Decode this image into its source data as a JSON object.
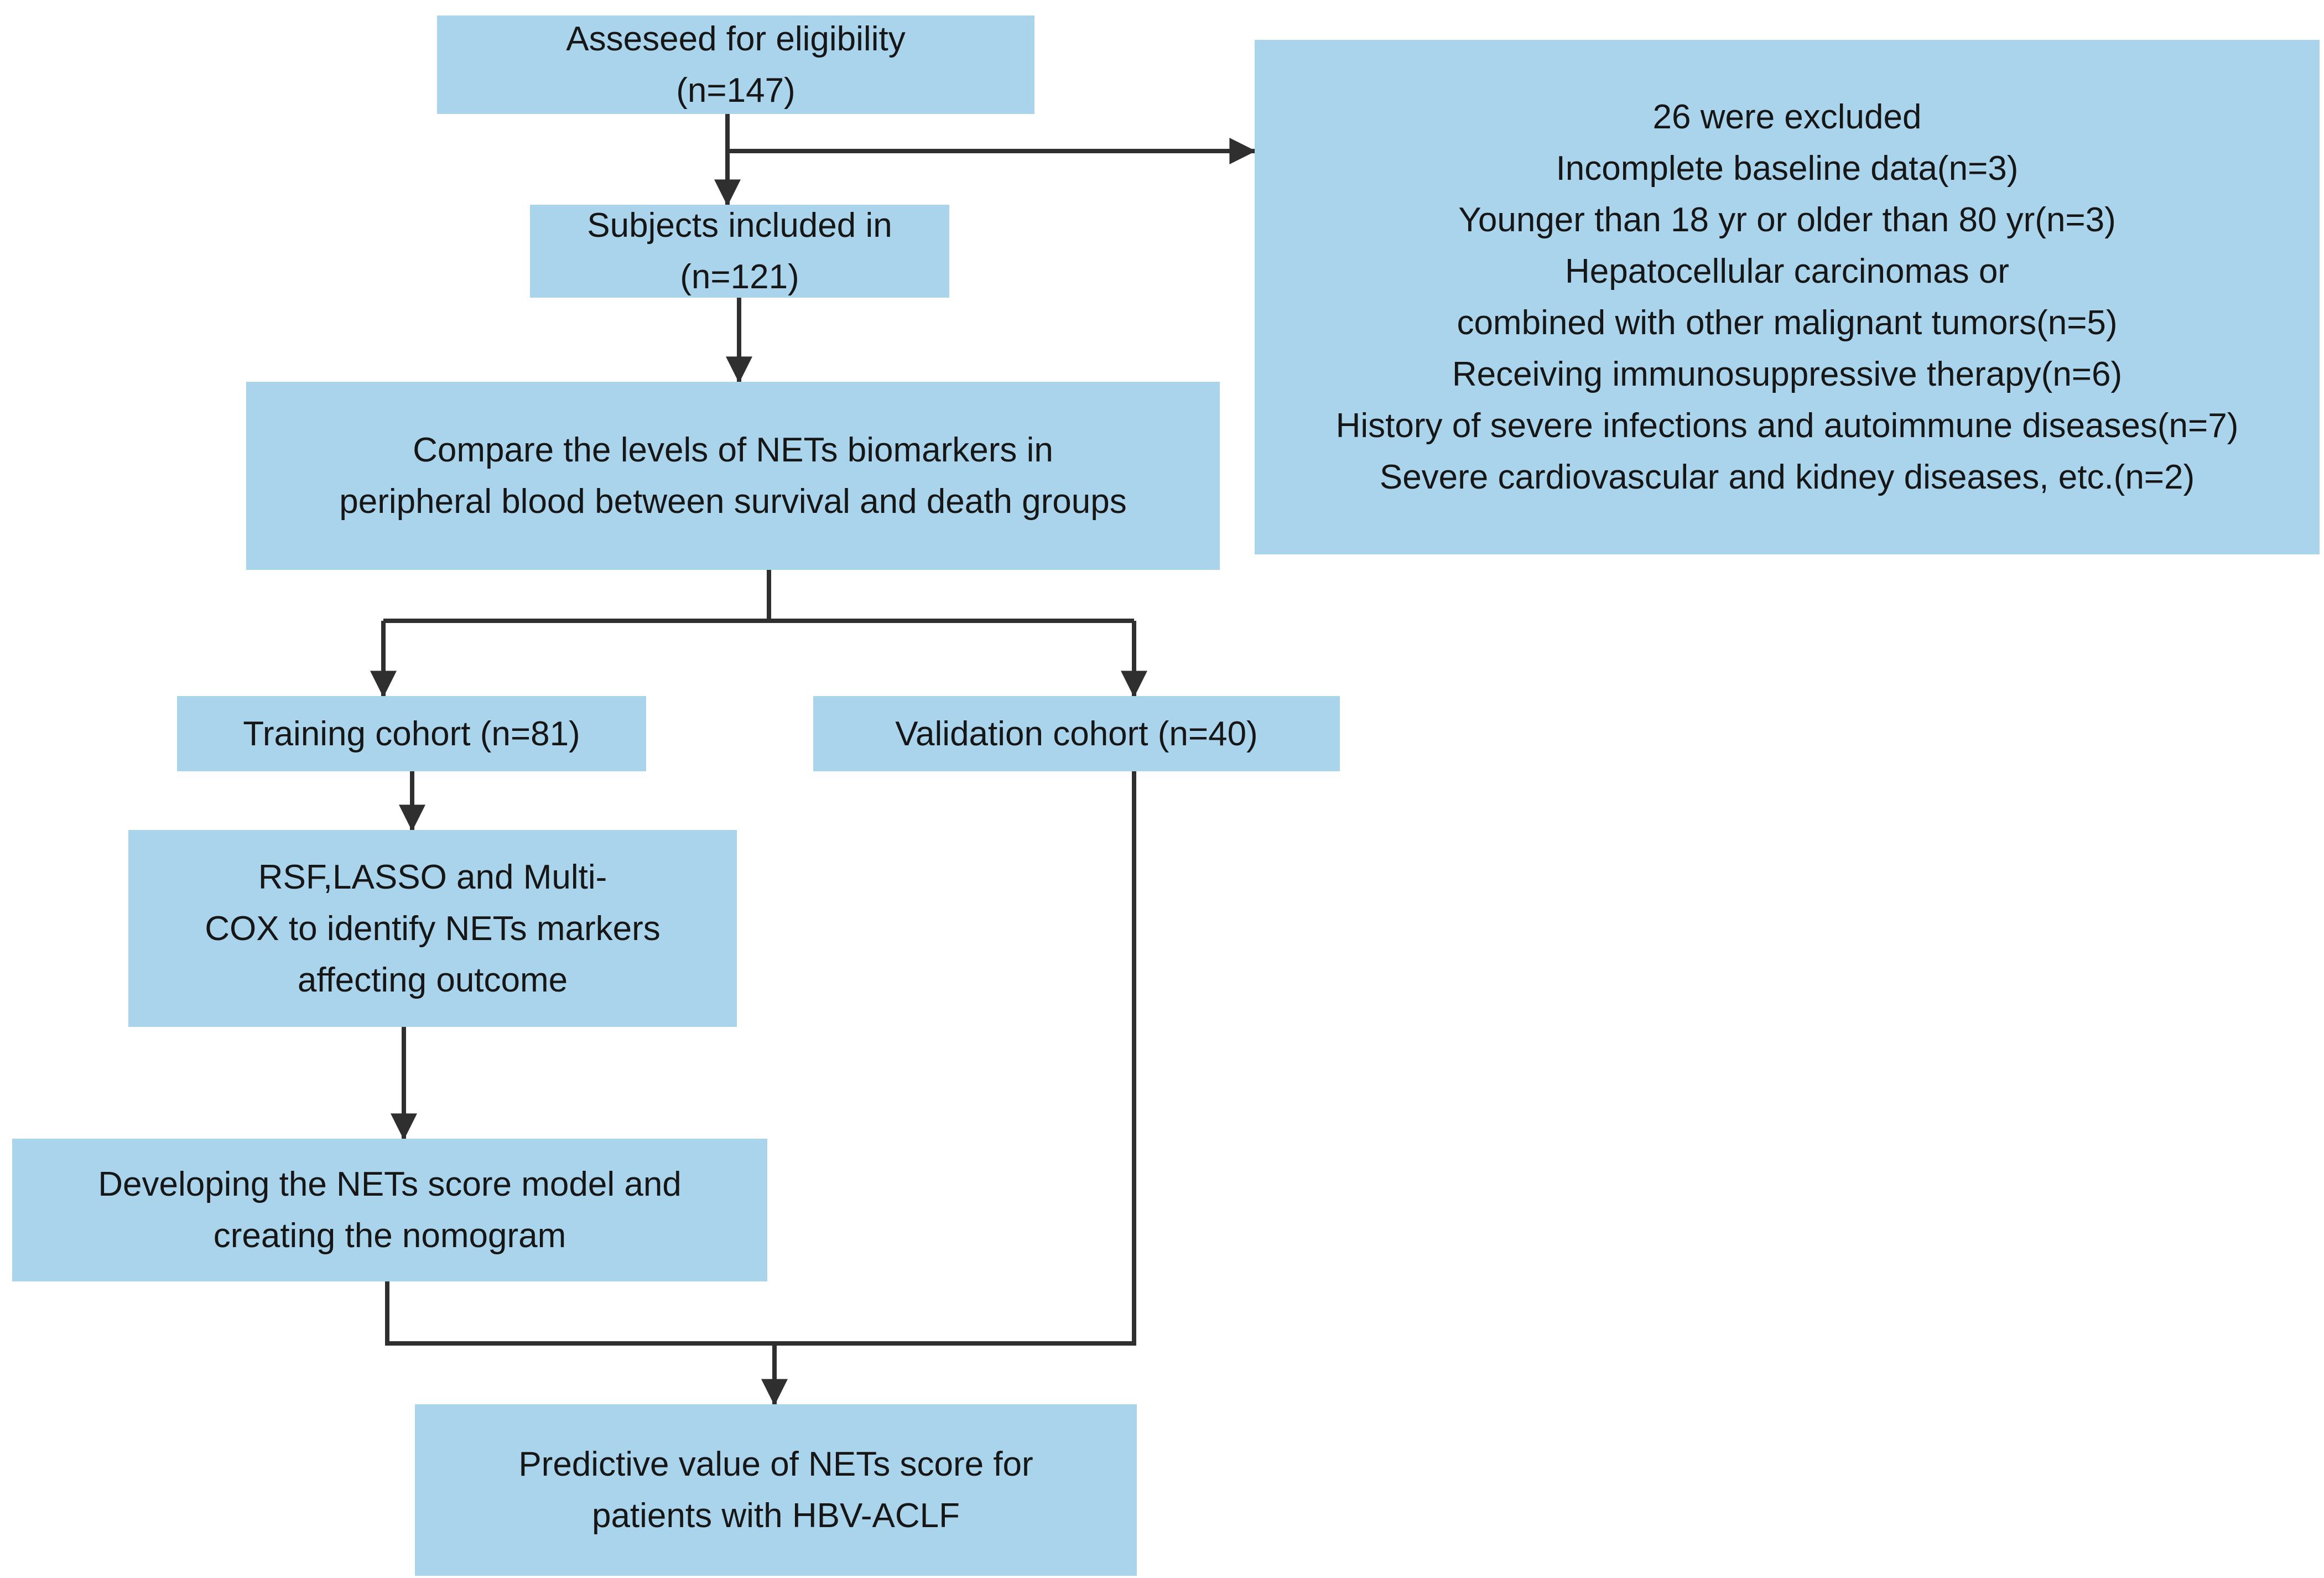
{
  "diagram": {
    "type": "flowchart",
    "colors": {
      "box_fill": "#a9d4eb",
      "text": "#161616",
      "connector": "#2f2f2f",
      "background": "#ffffff"
    },
    "nodes": {
      "eligibility": {
        "lines": [
          "Asseseed for eligibility",
          "(n=147)"
        ]
      },
      "subjects": {
        "lines": [
          "Subjects included in",
          "(n=121)"
        ]
      },
      "excluded": {
        "lines": [
          "26 were excluded",
          "Incomplete baseline data(n=3)",
          "Younger than 18 yr or older than 80 yr(n=3)",
          "Hepatocellular carcinomas or",
          "combined with other malignant tumors(n=5)",
          "Receiving immunosuppressive therapy(n=6)",
          "History of severe infections and autoimmune diseases(n=7)",
          "Severe cardiovascular and kidney diseases, etc.(n=2)"
        ]
      },
      "compare": {
        "lines": [
          "Compare the levels of NETs biomarkers in",
          "peripheral blood between survival and death groups"
        ]
      },
      "training": {
        "lines": [
          "Training cohort (n=81)"
        ]
      },
      "validation": {
        "lines": [
          "Validation cohort (n=40)"
        ]
      },
      "rsf": {
        "lines": [
          "RSF,LASSO and Multi-",
          "COX to identify NETs markers",
          "affecting outcome"
        ]
      },
      "developing": {
        "lines": [
          "Developing the NETs score model and",
          "creating the nomogram"
        ]
      },
      "predictive": {
        "lines": [
          "Predictive value of NETs score for",
          "patients with HBV-ACLF"
        ]
      }
    },
    "edges": [
      {
        "from": "eligibility",
        "to": "subjects"
      },
      {
        "from": "eligibility",
        "to": "excluded"
      },
      {
        "from": "subjects",
        "to": "compare"
      },
      {
        "from": "compare",
        "to": "training"
      },
      {
        "from": "compare",
        "to": "validation"
      },
      {
        "from": "training",
        "to": "rsf"
      },
      {
        "from": "rsf",
        "to": "developing"
      },
      {
        "from": "developing",
        "to": "predictive"
      },
      {
        "from": "validation",
        "to": "predictive"
      }
    ]
  }
}
